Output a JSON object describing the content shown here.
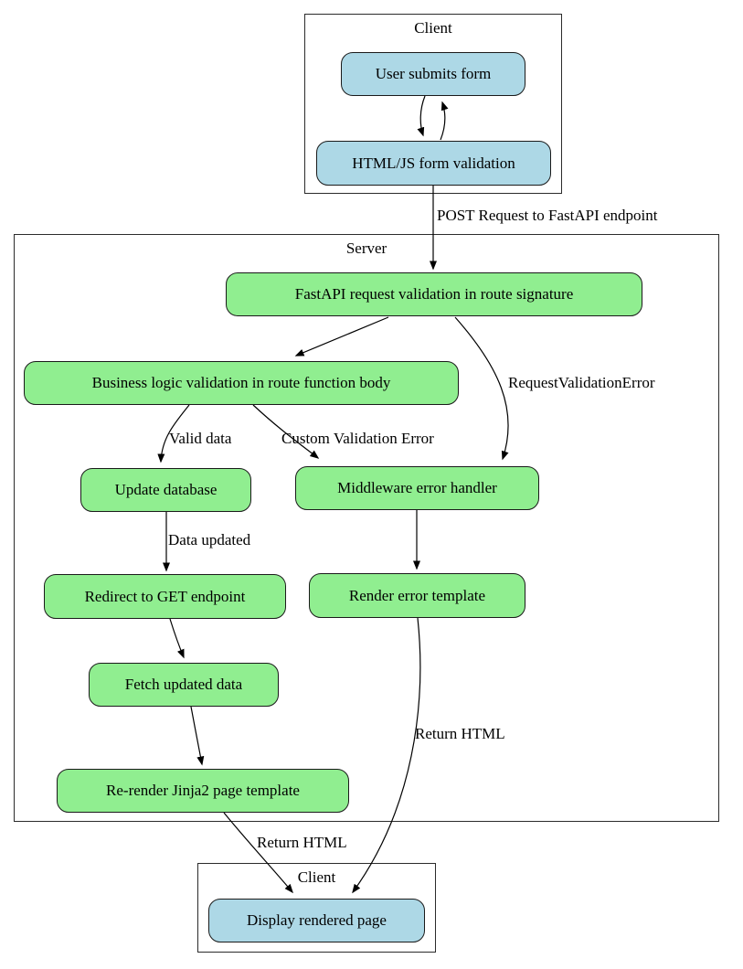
{
  "diagram": {
    "type": "flowchart",
    "colors": {
      "background": "#ffffff",
      "client_node_fill": "#add8e6",
      "server_node_fill": "#90ee90",
      "node_border": "#1a1a1a",
      "cluster_border": "#2b2b2b",
      "edge_stroke": "#000000",
      "text": "#000000"
    },
    "clusters": {
      "client_top": {
        "label": "Client"
      },
      "server": {
        "label": "Server"
      },
      "client_bottom": {
        "label": "Client"
      }
    },
    "nodes": {
      "user_submits_form": {
        "label": "User submits form",
        "cluster": "client_top",
        "fill": "#add8e6"
      },
      "html_js_form_validation": {
        "label": "HTML/JS form validation",
        "cluster": "client_top",
        "fill": "#add8e6"
      },
      "fastapi_request_validation": {
        "label": "FastAPI request validation in route signature",
        "cluster": "server",
        "fill": "#90ee90"
      },
      "business_logic_validation": {
        "label": "Business logic validation in route function body",
        "cluster": "server",
        "fill": "#90ee90"
      },
      "update_database": {
        "label": "Update database",
        "cluster": "server",
        "fill": "#90ee90"
      },
      "middleware_error_handler": {
        "label": "Middleware error handler",
        "cluster": "server",
        "fill": "#90ee90"
      },
      "redirect_to_get_endpoint": {
        "label": "Redirect to GET endpoint",
        "cluster": "server",
        "fill": "#90ee90"
      },
      "render_error_template": {
        "label": "Render error template",
        "cluster": "server",
        "fill": "#90ee90"
      },
      "fetch_updated_data": {
        "label": "Fetch updated data",
        "cluster": "server",
        "fill": "#90ee90"
      },
      "rerender_jinja2_template": {
        "label": "Re-render Jinja2 page template",
        "cluster": "server",
        "fill": "#90ee90"
      },
      "display_rendered_page": {
        "label": "Display rendered page",
        "cluster": "client_bottom",
        "fill": "#add8e6"
      }
    },
    "edges": [
      {
        "from": "user_submits_form",
        "to": "html_js_form_validation",
        "label": ""
      },
      {
        "from": "html_js_form_validation",
        "to": "user_submits_form",
        "label": ""
      },
      {
        "from": "html_js_form_validation",
        "to": "fastapi_request_validation",
        "label": "POST Request to FastAPI endpoint"
      },
      {
        "from": "fastapi_request_validation",
        "to": "business_logic_validation",
        "label": ""
      },
      {
        "from": "fastapi_request_validation",
        "to": "middleware_error_handler",
        "label": "RequestValidationError"
      },
      {
        "from": "business_logic_validation",
        "to": "update_database",
        "label": "Valid data"
      },
      {
        "from": "business_logic_validation",
        "to": "middleware_error_handler",
        "label": "Custom Validation Error"
      },
      {
        "from": "update_database",
        "to": "redirect_to_get_endpoint",
        "label": "Data updated"
      },
      {
        "from": "middleware_error_handler",
        "to": "render_error_template",
        "label": ""
      },
      {
        "from": "redirect_to_get_endpoint",
        "to": "fetch_updated_data",
        "label": ""
      },
      {
        "from": "fetch_updated_data",
        "to": "rerender_jinja2_template",
        "label": ""
      },
      {
        "from": "rerender_jinja2_template",
        "to": "display_rendered_page",
        "label": "Return HTML"
      },
      {
        "from": "render_error_template",
        "to": "display_rendered_page",
        "label": "Return HTML"
      }
    ]
  }
}
